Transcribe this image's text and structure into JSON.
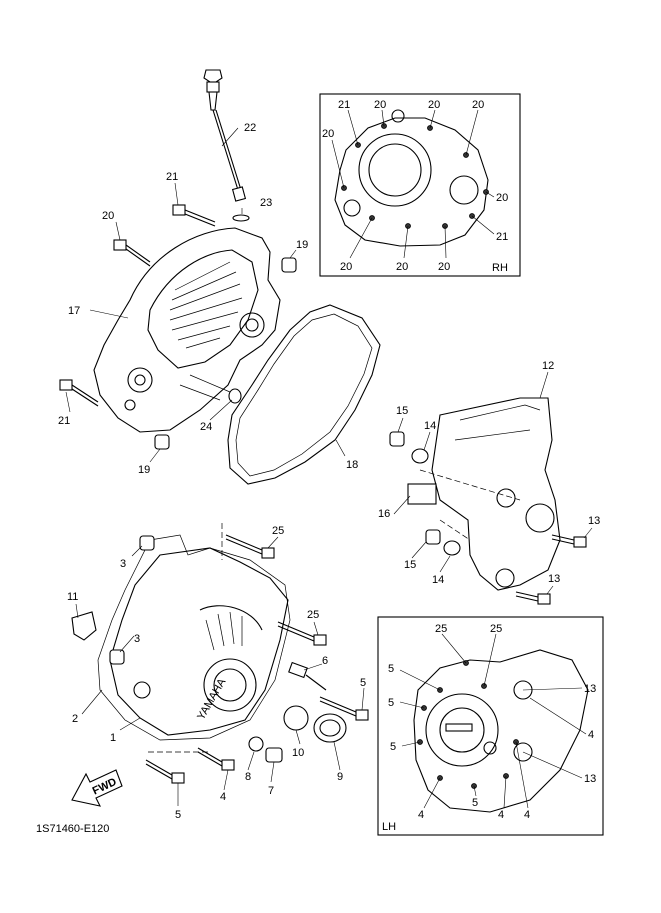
{
  "diagram": {
    "code": "1S71460-E120",
    "panel_rh": "RH",
    "panel_lh": "LH",
    "fwd": "FWD",
    "stamp": "YAMAHA"
  },
  "callouts": [
    {
      "id": "c22",
      "text": "22"
    },
    {
      "id": "c21a",
      "text": "21"
    },
    {
      "id": "c23",
      "text": "23"
    },
    {
      "id": "c20a",
      "text": "20"
    },
    {
      "id": "c19a",
      "text": "19"
    },
    {
      "id": "c17",
      "text": "17"
    },
    {
      "id": "c21b",
      "text": "21"
    },
    {
      "id": "c24",
      "text": "24"
    },
    {
      "id": "c19b",
      "text": "19"
    },
    {
      "id": "c18",
      "text": "18"
    },
    {
      "id": "c12",
      "text": "12"
    },
    {
      "id": "c15a",
      "text": "15"
    },
    {
      "id": "c14a",
      "text": "14"
    },
    {
      "id": "c16",
      "text": "16"
    },
    {
      "id": "c13a",
      "text": "13"
    },
    {
      "id": "c15b",
      "text": "15"
    },
    {
      "id": "c14b",
      "text": "14"
    },
    {
      "id": "c13b",
      "text": "13"
    },
    {
      "id": "c3a",
      "text": "3"
    },
    {
      "id": "c25a",
      "text": "25"
    },
    {
      "id": "c11",
      "text": "11"
    },
    {
      "id": "c3b",
      "text": "3"
    },
    {
      "id": "c25b",
      "text": "25"
    },
    {
      "id": "c6",
      "text": "6"
    },
    {
      "id": "c2",
      "text": "2"
    },
    {
      "id": "c1",
      "text": "1"
    },
    {
      "id": "c5a",
      "text": "5"
    },
    {
      "id": "c10",
      "text": "10"
    },
    {
      "id": "c8",
      "text": "8"
    },
    {
      "id": "c7",
      "text": "7"
    },
    {
      "id": "c9",
      "text": "9"
    },
    {
      "id": "c4a",
      "text": "4"
    },
    {
      "id": "c5b",
      "text": "5"
    },
    {
      "id": "rh21a",
      "text": "21"
    },
    {
      "id": "rh20a",
      "text": "20"
    },
    {
      "id": "rh20b",
      "text": "20"
    },
    {
      "id": "rh20c",
      "text": "20"
    },
    {
      "id": "rh20d",
      "text": "20"
    },
    {
      "id": "rh20e",
      "text": "20"
    },
    {
      "id": "rh21b",
      "text": "21"
    },
    {
      "id": "rh20f",
      "text": "20"
    },
    {
      "id": "rh20g",
      "text": "20"
    },
    {
      "id": "rh20h",
      "text": "20"
    },
    {
      "id": "lh25a",
      "text": "25"
    },
    {
      "id": "lh25b",
      "text": "25"
    },
    {
      "id": "lh5a",
      "text": "5"
    },
    {
      "id": "lh13a",
      "text": "13"
    },
    {
      "id": "lh5b",
      "text": "5"
    },
    {
      "id": "lh4a",
      "text": "4"
    },
    {
      "id": "lh5c",
      "text": "5"
    },
    {
      "id": "lh13b",
      "text": "13"
    },
    {
      "id": "lh4b",
      "text": "4"
    },
    {
      "id": "lh5d",
      "text": "5"
    },
    {
      "id": "lh4c",
      "text": "4"
    },
    {
      "id": "lh4d",
      "text": "4"
    }
  ]
}
